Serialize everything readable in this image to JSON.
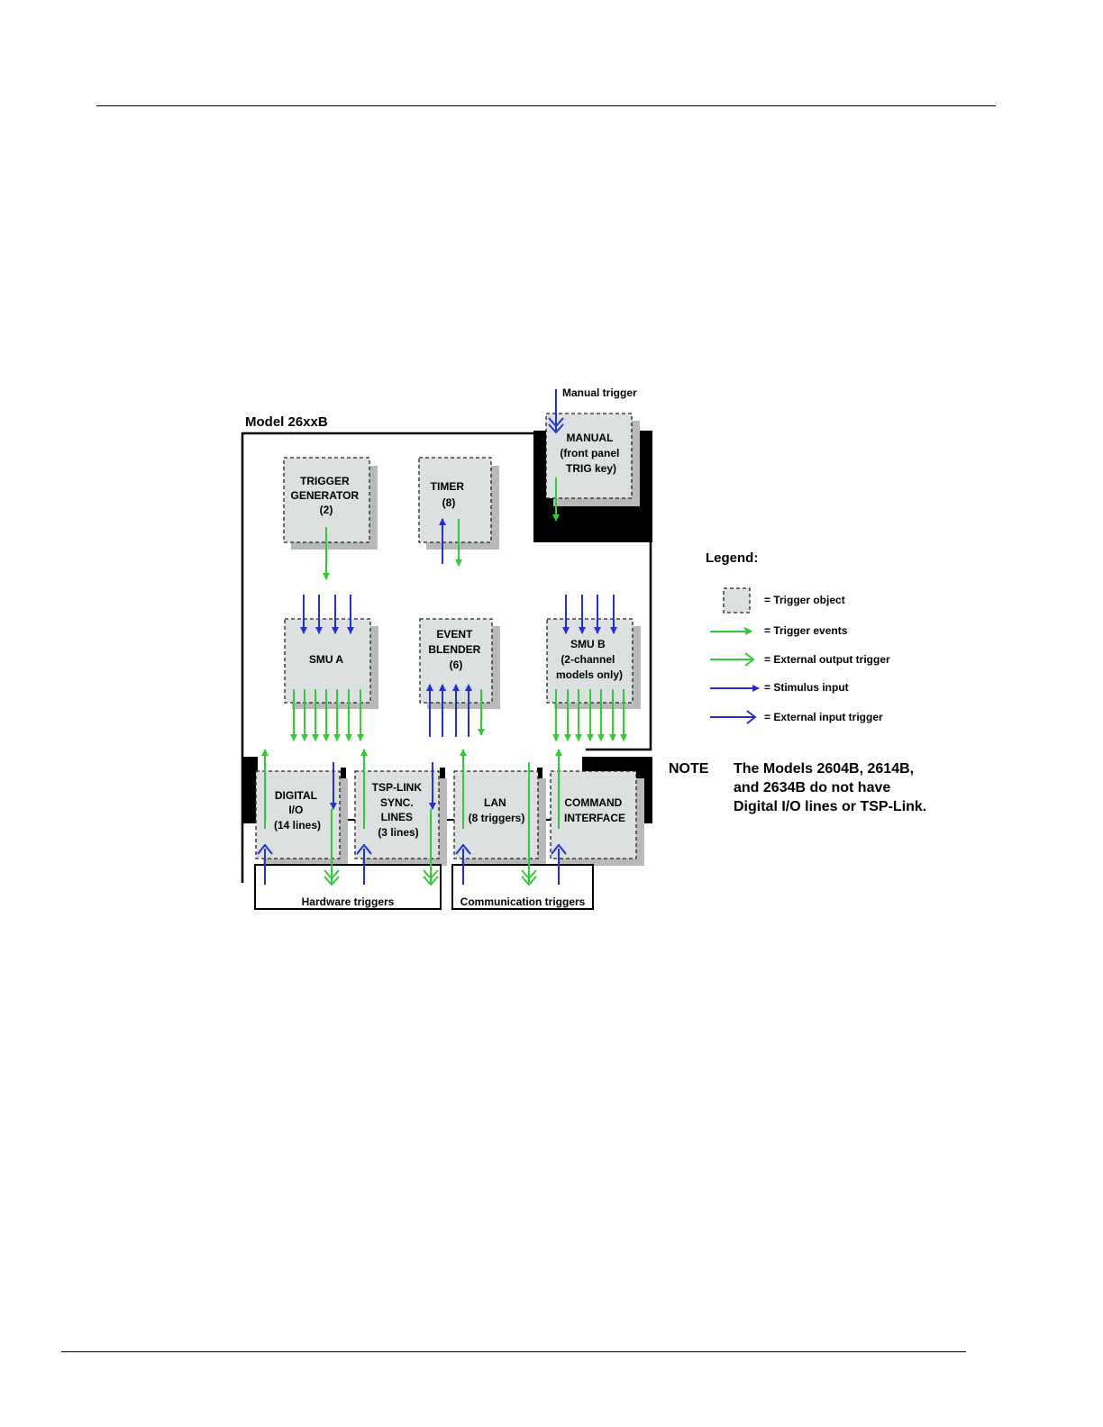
{
  "diagram": {
    "model_label": "Model 26xxB",
    "manual_trigger_label": "Manual trigger",
    "objects": {
      "manual": [
        "MANUAL",
        "(front panel",
        "TRIG key)"
      ],
      "trigger_generator": [
        "TRIGGER",
        "GENERATOR",
        "(2)"
      ],
      "timer": [
        "TIMER",
        "(8)"
      ],
      "smu_a": [
        "SMU A"
      ],
      "event_blender": [
        "EVENT",
        "BLENDER",
        "(6)"
      ],
      "smu_b": [
        "SMU B",
        "(2-channel",
        "models only)"
      ],
      "digital_io": [
        "DIGITAL",
        "I/O",
        "(14 lines)"
      ],
      "tsp_link": [
        "TSP-LINK",
        "SYNC.",
        "LINES",
        "(3 lines)"
      ],
      "lan": [
        "LAN",
        "(8 triggers)"
      ],
      "command_interface": [
        "COMMAND",
        "INTERFACE"
      ]
    },
    "hardware_triggers_label": "Hardware triggers",
    "communication_triggers_label": "Communication triggers",
    "legend": {
      "title": "Legend:",
      "items": [
        {
          "key": "trigger-object",
          "text": "= Trigger object"
        },
        {
          "key": "trigger-events",
          "text": "= Trigger events"
        },
        {
          "key": "external-output-trigger",
          "text": "= External output trigger"
        },
        {
          "key": "stimulus-input",
          "text": "= Stimulus input"
        },
        {
          "key": "external-input-trigger",
          "text": "= External input trigger"
        }
      ]
    },
    "note": {
      "label": "NOTE",
      "lines": [
        "The Models 2604B, 2614B,",
        "and 2634B do not have",
        "Digital I/O lines or TSP-Link."
      ]
    },
    "colors": {
      "green": "#33cc33",
      "blue": "#2233cc",
      "object_fill": "#dde0e0"
    }
  }
}
